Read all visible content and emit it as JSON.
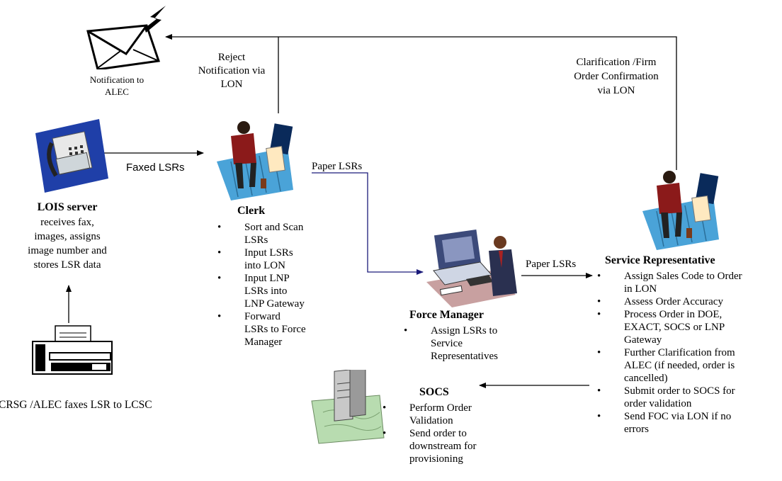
{
  "flows": {
    "reject_notification": "Reject\nNotification via\nLON",
    "clarification_foc": "Clarification /Firm\nOrder Confirmation\nvia LON",
    "faxed_lsrs": "Faxed LSRs",
    "paper_lsrs_1": "Paper LSRs",
    "paper_lsrs_2": "Paper LSRs"
  },
  "notification": {
    "label": "Notification to\nALEC",
    "icon": "envelope-lightning-icon"
  },
  "lois": {
    "title": "LOIS server",
    "text": "receives fax,\nimages, assigns\nimage number and\nstores LSR data",
    "icon": "fax-machine-icon"
  },
  "crsg": {
    "label": "CRSG /ALEC faxes LSR to LCSC",
    "icon": "fax-printer-icon"
  },
  "clerk": {
    "title": "Clerk",
    "icon": "clerk-at-desk-icon",
    "items": [
      "Sort and Scan\nLSRs",
      "Input LSRs\ninto LON",
      "Input LNP\nLSRs into\nLNP Gateway",
      "Forward\nLSRs to Force\nManager"
    ]
  },
  "force_manager": {
    "title": "Force Manager",
    "icon": "manager-at-computer-icon",
    "items": [
      "Assign LSRs to\nService\nRepresentatives"
    ]
  },
  "service_rep": {
    "title": "Service Representative",
    "icon": "service-rep-at-desk-icon",
    "items": [
      "Assign Sales Code to Order\nin LON",
      "Assess Order Accuracy",
      "Process Order in DOE,\nEXACT, SOCS or LNP\nGateway",
      "Further Clarification from\nALEC (if needed, order is\ncancelled)",
      "Submit order to SOCS for\norder validation",
      "Send FOC via LON if no\nerrors"
    ]
  },
  "socs": {
    "title": "SOCS",
    "icon": "server-on-map-icon",
    "items": [
      "Perform Order\nValidation",
      "Send order to\ndownstream for\nprovisioning"
    ]
  },
  "colors": {
    "paper_flow_line": "#1a1a7a",
    "desk": "#4aa3d8",
    "clerk_dress": "#8b1a1a"
  }
}
